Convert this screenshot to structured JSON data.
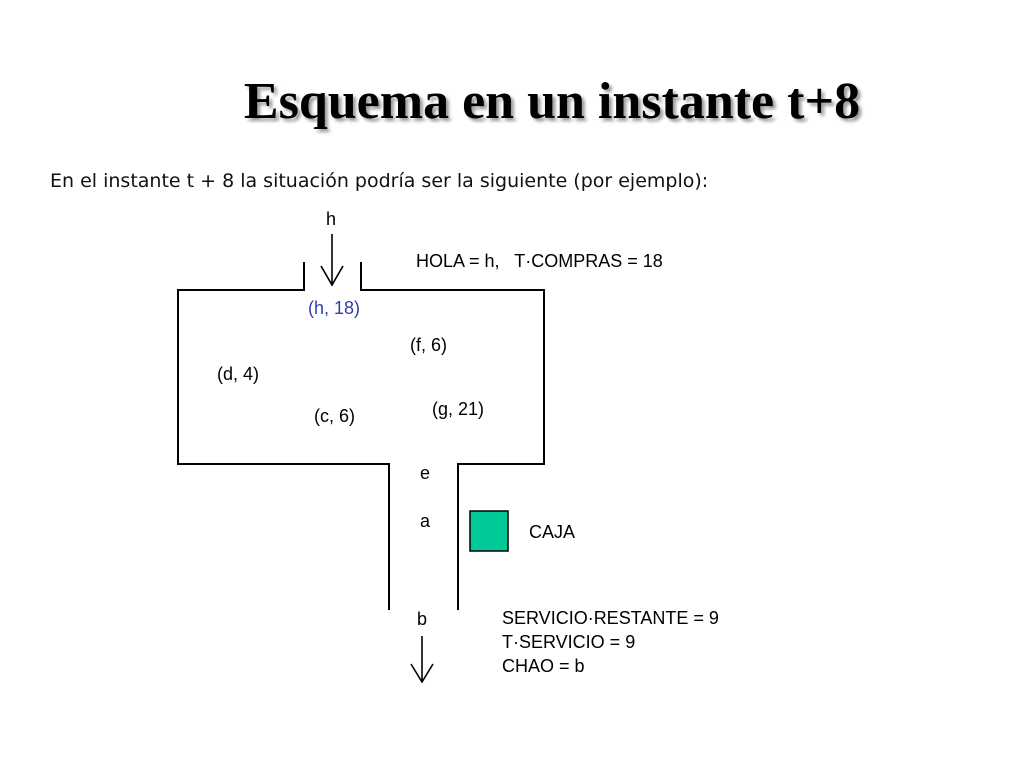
{
  "slide": {
    "title": "Esquema en un instante t+8",
    "subtitle": "En el instante t + 8 la situación podría ser la siguiente (por ejemplo):"
  },
  "diagram": {
    "entering": "h",
    "arrival_status": "HOLA = h,   T·COMPRAS = 18",
    "store_items": {
      "new_arrival": "(h, 18)",
      "f": "(f, 6)",
      "d": "(d, 4)",
      "c": "(c, 6)",
      "g": "(g, 21)"
    },
    "queue": [
      "e",
      "a"
    ],
    "cashier_label": "CAJA",
    "leaving": "b",
    "service_status": [
      "SERVICIO·RESTANTE = 9",
      "T·SERVICIO = 9",
      "CHAO = b"
    ],
    "colors": {
      "cashier_fill": "#00c896",
      "highlight_text": "#2f3fae",
      "lines": "#000000"
    }
  }
}
